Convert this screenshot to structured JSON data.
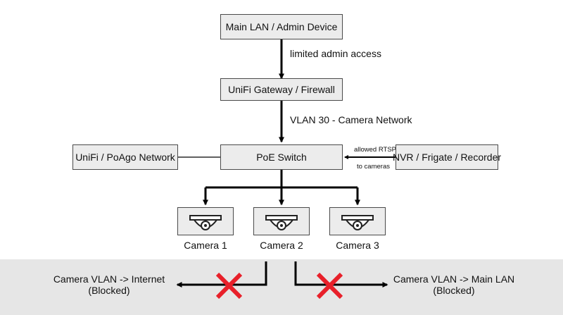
{
  "nodes": {
    "admin": "Main LAN / Admin Device",
    "gateway": "UniFi Gateway / Firewall",
    "switch": "PoE Switch",
    "unifi": "UniFi / PoAgo Network",
    "nvr": "NVR / Frigate / Recorder"
  },
  "edges": {
    "admin_to_gateway": "limited admin access",
    "gateway_to_switch": "VLAN 30 - Camera Network",
    "nvr_top": "allowed RTSP",
    "nvr_bottom": "to cameras"
  },
  "cameras": [
    "Camera 1",
    "Camera 2",
    "Camera 3"
  ],
  "blocked": {
    "left_line1": "Camera VLAN -> Internet",
    "left_line2": "(Blocked)",
    "right_line1": "Camera VLAN -> Main LAN",
    "right_line2": "(Blocked)"
  },
  "colors": {
    "box_fill": "#ececec",
    "box_border": "#4a4a4a",
    "band": "#e6e6e6",
    "blocked_x": "#e8202a"
  },
  "icons": {
    "camera": "dome-camera-icon",
    "blocked": "red-x-icon"
  }
}
